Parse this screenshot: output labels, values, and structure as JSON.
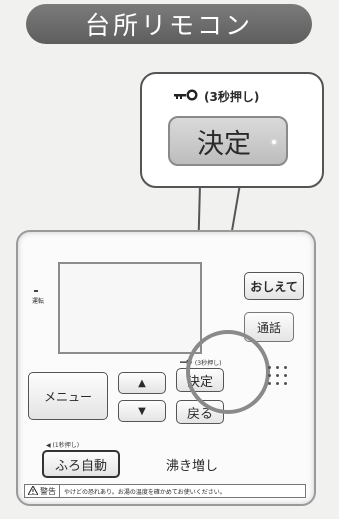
{
  "banner": {
    "title": "台所リモコン"
  },
  "callout": {
    "lock_hint": "(3秒押し)",
    "decide_label": "決定"
  },
  "remote": {
    "power_label": "運転",
    "buttons": {
      "oshiete": "おしえて",
      "tsuwa": "通話",
      "menu": "メニュー",
      "up_arrow": "▲",
      "down_arrow": "▼",
      "decide": "決定",
      "back": "戻る",
      "furo_jido": "ふろ自動",
      "wakimashi": "沸き増し"
    },
    "tiny_labels": {
      "decide_lock_hint": "(3秒押し)",
      "furo_hint": "(1秒押し)"
    },
    "warning": {
      "tag": "警告",
      "text": "やけどの恐れあり。お湯の温度を確かめてお使いください。"
    }
  },
  "colors": {
    "accent": "#8a8a8a",
    "banner": "#6a6a6a"
  },
  "icons": {
    "key": "key-icon",
    "warning": "warning-triangle-icon"
  }
}
